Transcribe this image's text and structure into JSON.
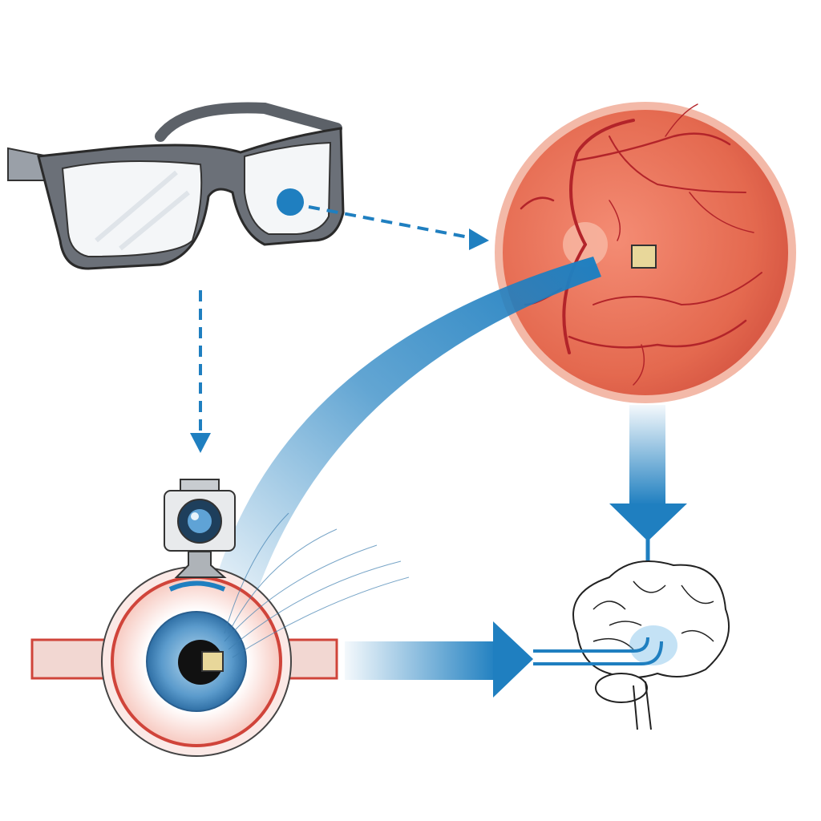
{
  "colors": {
    "background": "#ffffff",
    "arrow_blue": "#1f7fc0",
    "retina_fill": "#e9735f",
    "retina_rim": "#f3b9a8",
    "vessel_red": "#b3242a",
    "glasses_frame": "#6b7078",
    "chip_gold": "#e8d79a",
    "iris_blue": "#4a8fc4",
    "outline": "#2a2a2a"
  },
  "icons": [
    "smart-glasses",
    "retina-with-implant",
    "head-mounted-camera",
    "eye-with-implant",
    "brain"
  ]
}
